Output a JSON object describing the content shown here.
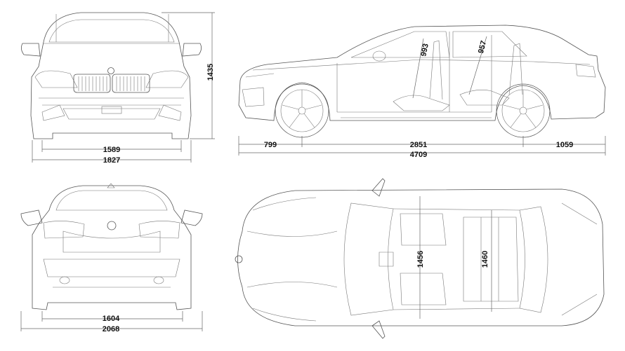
{
  "dimensions": {
    "front_track": "1589",
    "front_width": "1827",
    "height": "1435",
    "front_overhang": "799",
    "wheelbase": "2851",
    "rear_overhang": "1059",
    "length": "4709",
    "front_headroom": "993",
    "rear_headroom": "957",
    "rear_track": "1604",
    "width_with_mirrors": "2068",
    "front_shoulder_width": "1456",
    "rear_shoulder_width": "1460"
  },
  "colors": {
    "line": "#555555",
    "text": "#111111",
    "background": "#ffffff"
  },
  "icons": [
    "bmw-roundel-icon"
  ]
}
